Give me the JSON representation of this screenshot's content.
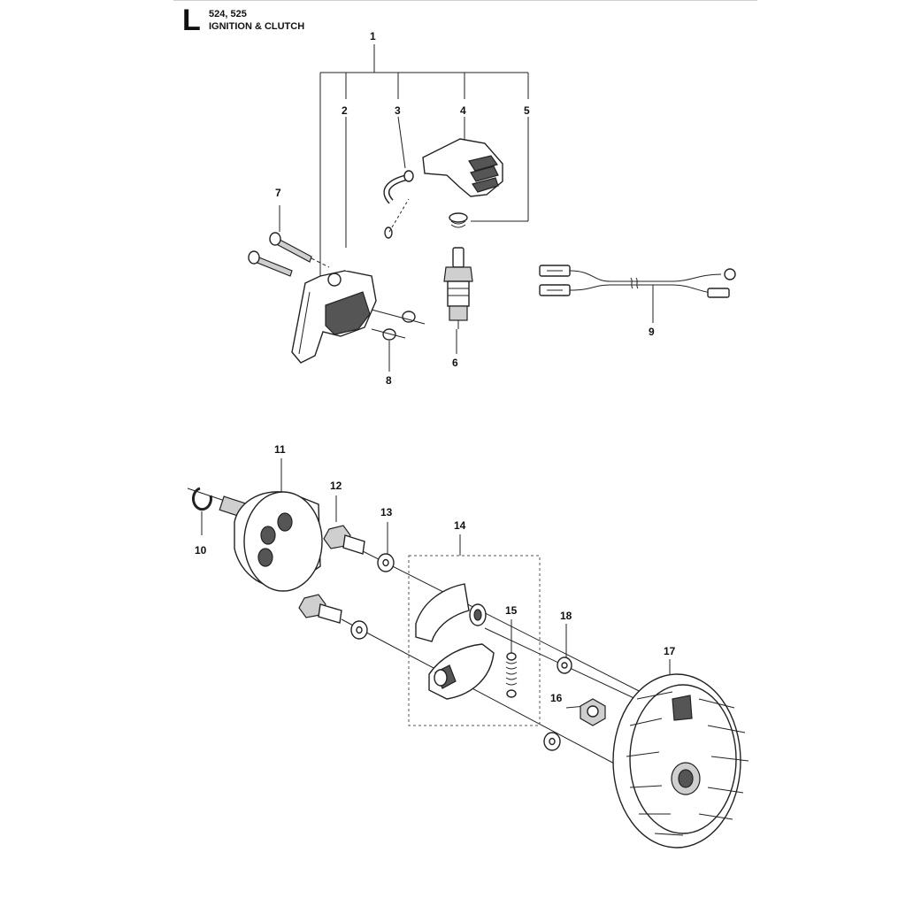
{
  "header": {
    "section_letter": "L",
    "models": "524, 525",
    "title": "IGNITION & CLUTCH"
  },
  "callouts": {
    "c1": "1",
    "c2": "2",
    "c3": "3",
    "c4": "4",
    "c5": "5",
    "c6": "6",
    "c7": "7",
    "c8": "8",
    "c9": "9",
    "c10": "10",
    "c11": "11",
    "c12": "12",
    "c13": "13",
    "c14": "14",
    "c15": "15",
    "c16": "16",
    "c17": "17",
    "c18": "18"
  }
}
